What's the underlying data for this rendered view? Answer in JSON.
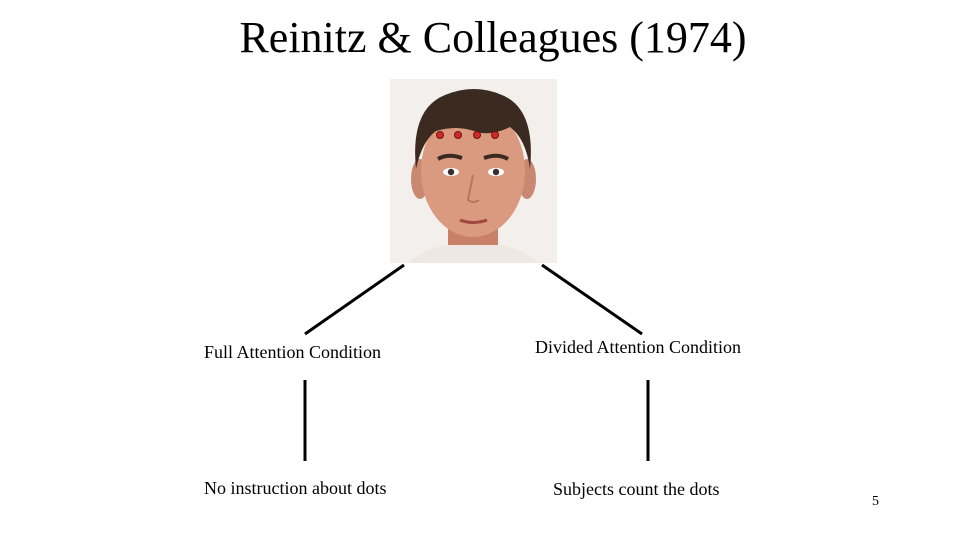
{
  "slide": {
    "title": "Reinitz & Colleagues (1974)",
    "page_number": "5"
  },
  "diagram": {
    "image": "face-photo-with-four-dots",
    "left_condition": "Full Attention Condition",
    "right_condition": "Divided Attention Condition",
    "left_outcome": "No instruction about dots",
    "right_outcome": "Subjects count the dots"
  },
  "colors": {
    "dots": "#cc2a2a",
    "lines": "#000000",
    "skin": "#d99a80",
    "hair": "#3a2a20"
  }
}
